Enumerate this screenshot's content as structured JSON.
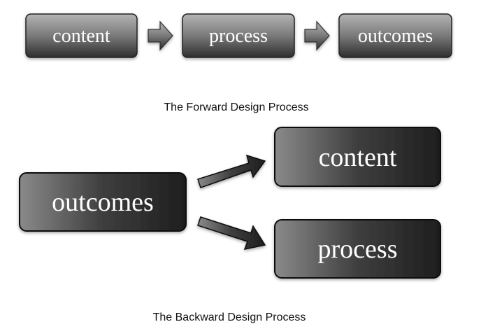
{
  "forward": {
    "caption": "The Forward Design Process",
    "steps": [
      "content",
      "process",
      "outcomes"
    ]
  },
  "backward": {
    "caption": "The Backward Design Process",
    "source": "outcomes",
    "targets": [
      "content",
      "process"
    ]
  }
}
